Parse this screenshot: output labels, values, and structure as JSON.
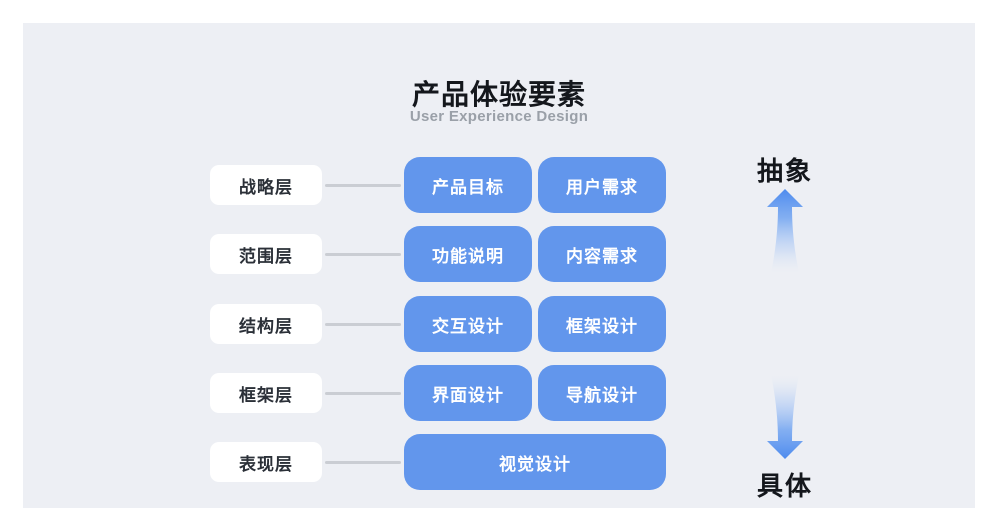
{
  "title": "产品体验要素",
  "subtitle": "User Experience Design",
  "rows": [
    {
      "label": "战略层",
      "items": [
        "产品目标",
        "用户需求"
      ]
    },
    {
      "label": "范围层",
      "items": [
        "功能说明",
        "内容需求"
      ]
    },
    {
      "label": "结构层",
      "items": [
        "交互设计",
        "框架设计"
      ]
    },
    {
      "label": "框架层",
      "items": [
        "界面设计",
        "导航设计"
      ]
    },
    {
      "label": "表现层",
      "items": [
        "视觉设计"
      ]
    }
  ],
  "axis": {
    "top_label": "抽象",
    "bottom_label": "具体"
  },
  "icons": {
    "up_arrow": "arrow-up-icon",
    "down_arrow": "arrow-down-icon"
  },
  "colors": {
    "accent_blue": "#6296ec",
    "arrow_blue": "#4e8bee",
    "panel_bg": "#edeff4",
    "connector": "#cacdd3",
    "subtitle_gray": "#9aa0a8"
  }
}
